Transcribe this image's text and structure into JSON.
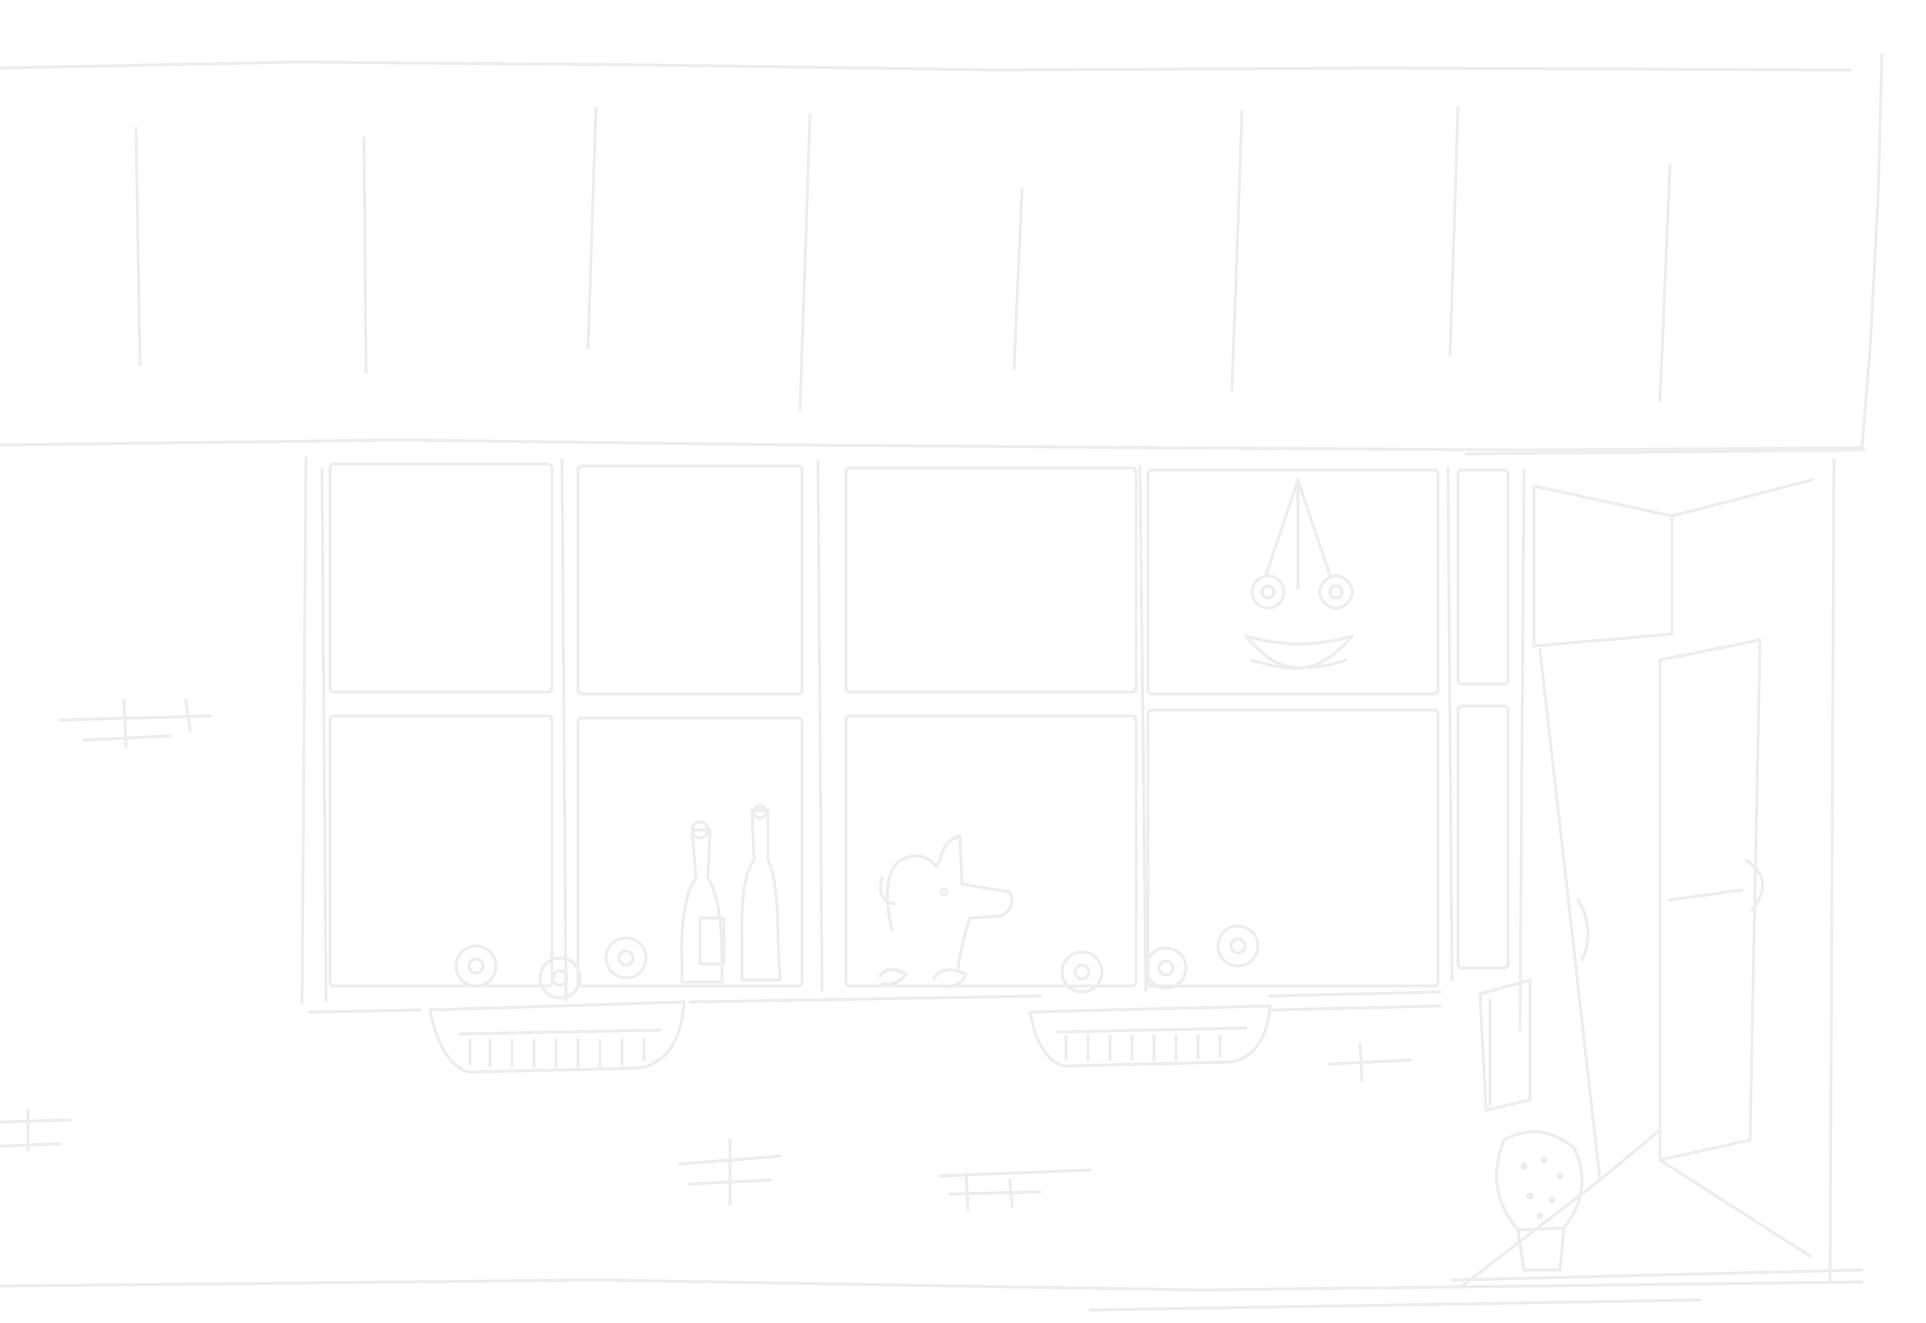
{
  "scene": {
    "description_visible_text": "",
    "palette": {
      "background": "#ffffff",
      "line": "#ededed"
    },
    "elements": [
      "awning",
      "storefront-window",
      "hanging-flower-basket",
      "wine-bottle",
      "dog",
      "flower-box",
      "open-door",
      "potted-plant",
      "brick-marks"
    ]
  }
}
